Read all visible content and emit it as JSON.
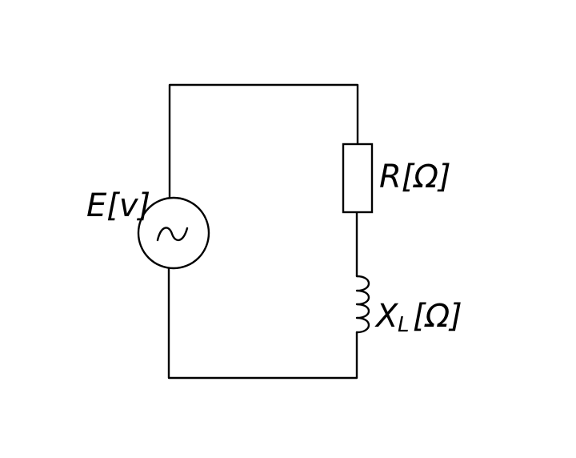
{
  "diagram": {
    "type": "circuit",
    "source": {
      "label": "E[v]"
    },
    "resistor": {
      "label": "R[Ω]"
    },
    "inductor": {
      "label_main": "X",
      "label_sub": "L",
      "label_unit": "[Ω]"
    }
  },
  "colors": {
    "stroke": "#000000",
    "background": "#ffffff"
  }
}
